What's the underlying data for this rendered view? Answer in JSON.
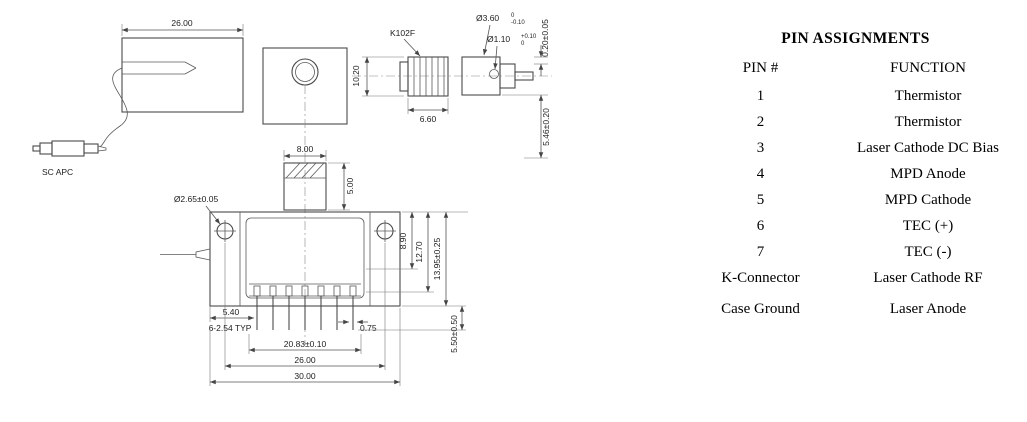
{
  "drawing": {
    "side_view": {
      "dim_width_top": "26.00",
      "connector_label": "K102F",
      "fiber_connector_label": "SC APC",
      "dim_connector_height": "10.20",
      "dim_connector_width": "6.60",
      "dia_outer": "Ø3.60",
      "dia_outer_tol_upper": "0",
      "dia_outer_tol_lower": "-0.10",
      "dia_inner": "Ø1.10",
      "dia_inner_tol_upper": "+0.10",
      "dia_inner_tol_lower": "0",
      "dim_tip_step": "0.20±0.05",
      "dim_height_right": "5.46±0.20"
    },
    "top_view": {
      "dim_snout_width": "8.00",
      "dim_snout_length": "5.00",
      "dia_mount_hole": "Ø2.65±0.05",
      "dim_inner_depth": "8.90",
      "dim_mid_depth": "12.70",
      "dim_body_depth": "13.95±0.25",
      "dim_pin_length": "5.50±0.50",
      "dim_first_pin_offset": "5.40",
      "pin_pitch_note": "6-2.54 TYP",
      "dim_pin_width": "0.75",
      "dim_pin_span": "20.83±0.10",
      "dim_hole_spacing": "26.00",
      "dim_body_width": "30.00"
    }
  },
  "pin_table": {
    "title": "PIN ASSIGNMENTS",
    "columns": {
      "pin": "PIN #",
      "function": "FUNCTION"
    },
    "rows": [
      {
        "pin": "1",
        "function": "Thermistor"
      },
      {
        "pin": "2",
        "function": "Thermistor"
      },
      {
        "pin": "3",
        "function": "Laser Cathode DC Bias"
      },
      {
        "pin": "4",
        "function": "MPD Anode"
      },
      {
        "pin": "5",
        "function": "MPD Cathode"
      },
      {
        "pin": "6",
        "function": "TEC (+)"
      },
      {
        "pin": "7",
        "function": "TEC (-)"
      },
      {
        "pin": "K-Connector",
        "function": "Laser Cathode RF"
      },
      {
        "pin": "Case Ground",
        "function": "Laser Anode"
      }
    ]
  }
}
